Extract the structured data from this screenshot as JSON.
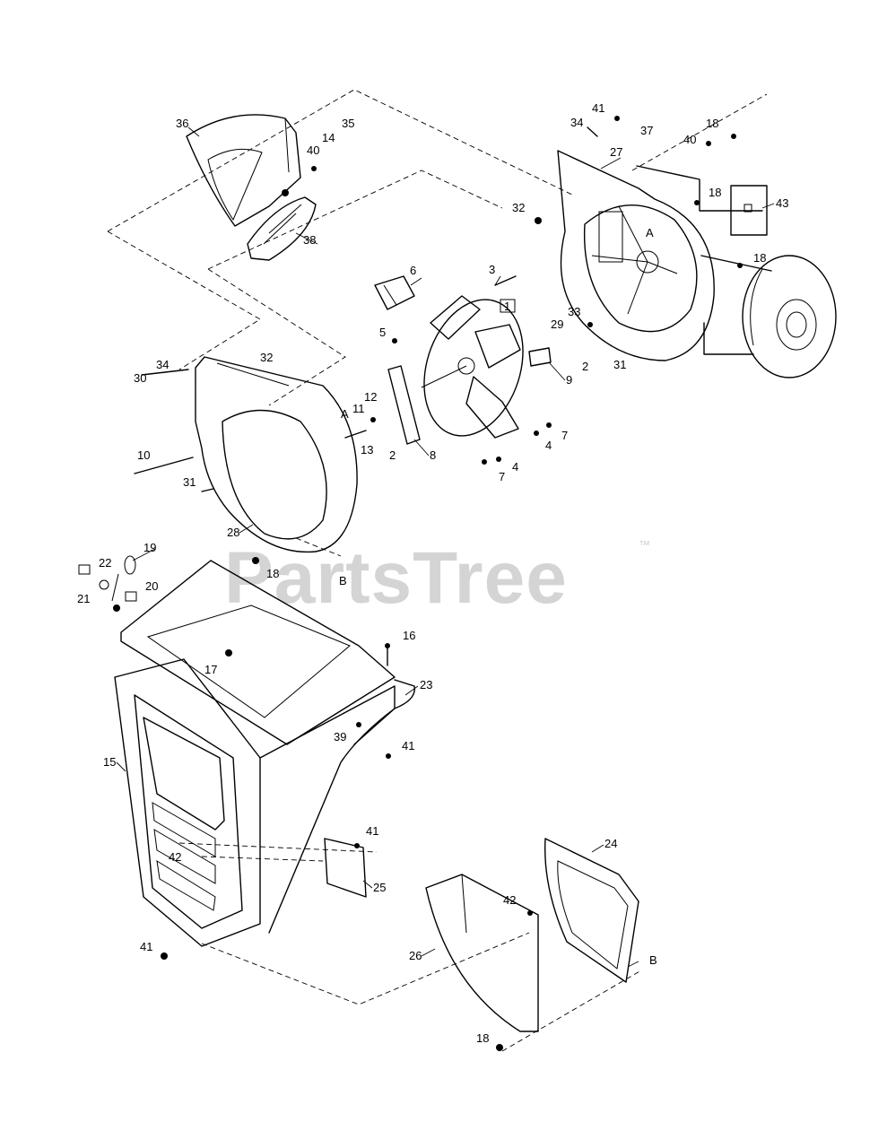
{
  "watermark": {
    "text": "PartsTree",
    "trademark": "™"
  },
  "boxed_callout": "1",
  "ref_labels": [
    "A",
    "A",
    "B",
    "B"
  ],
  "callouts": [
    "36",
    "40",
    "14",
    "35",
    "38",
    "41",
    "34",
    "37",
    "40",
    "18",
    "27",
    "18",
    "43",
    "32",
    "18",
    "6",
    "3",
    "5",
    "29",
    "33",
    "2",
    "31",
    "9",
    "34",
    "32",
    "30",
    "12",
    "11",
    "10",
    "13",
    "2",
    "8",
    "4",
    "7",
    "4",
    "7",
    "31",
    "28",
    "18",
    "19",
    "22",
    "21",
    "20",
    "16",
    "17",
    "23",
    "39",
    "41",
    "15",
    "41",
    "42",
    "24",
    "25",
    "42",
    "26",
    "41",
    "18"
  ]
}
